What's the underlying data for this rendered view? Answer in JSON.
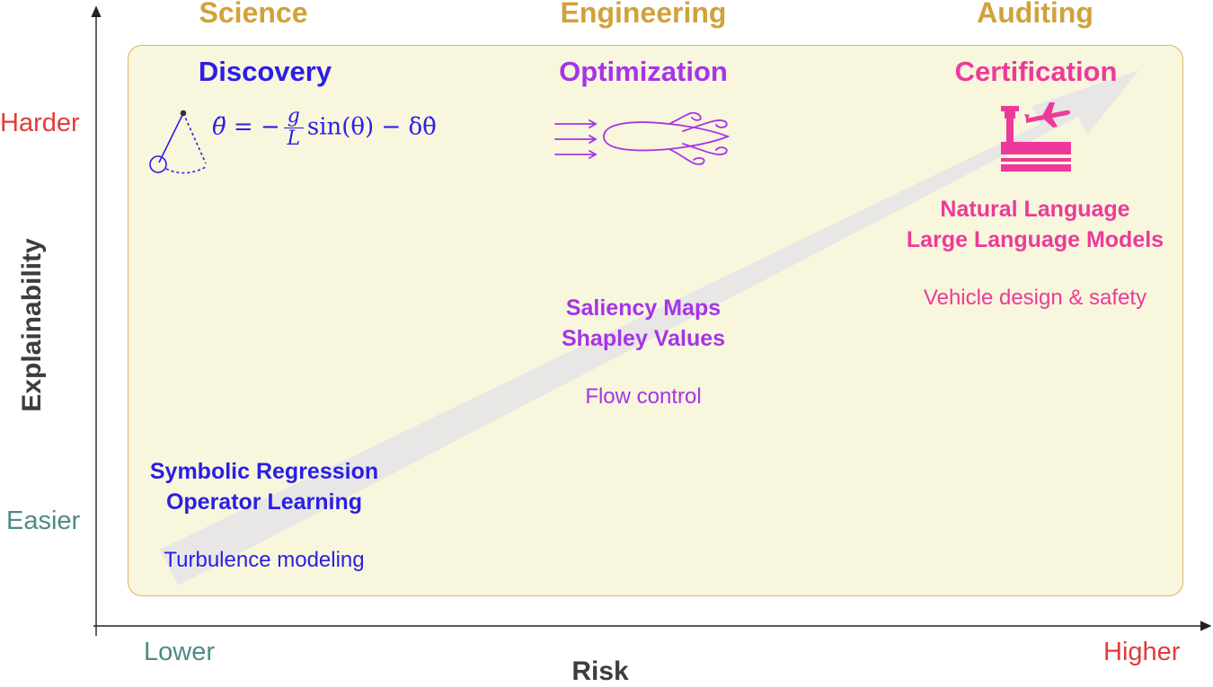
{
  "columns": {
    "science": "Science",
    "engineering": "Engineering",
    "auditing": "Auditing"
  },
  "phases": {
    "discovery": {
      "title": "Discovery",
      "methods": [
        "Symbolic Regression",
        "Operator Learning"
      ],
      "application": "Turbulence modeling",
      "equation": {
        "lhs": "θ̈ = −",
        "num": "g",
        "den": "L",
        "rhs": "sin(θ) − δθ̇"
      }
    },
    "optimization": {
      "title": "Optimization",
      "methods": [
        "Saliency Maps",
        "Shapley Values"
      ],
      "application": "Flow control"
    },
    "certification": {
      "title": "Certification",
      "methods": [
        "Natural Language",
        "Large Language Models"
      ],
      "application": "Vehicle design & safety"
    }
  },
  "y_axis": {
    "title": "Explainability",
    "low": "Easier",
    "high": "Harder"
  },
  "x_axis": {
    "title": "Risk",
    "low": "Lower",
    "high": "Higher"
  },
  "colors": {
    "science_blue": "#2a1ee6",
    "engineering_purple": "#a634e8",
    "auditing_pink": "#ec3a9a",
    "column_gold": "#d1a23a",
    "high_red": "#e23b3b",
    "low_teal": "#4f8a86"
  },
  "icons": [
    "pendulum-icon",
    "airfoil-flow-icon",
    "airport-tower-plane-icon",
    "trend-arrow"
  ]
}
